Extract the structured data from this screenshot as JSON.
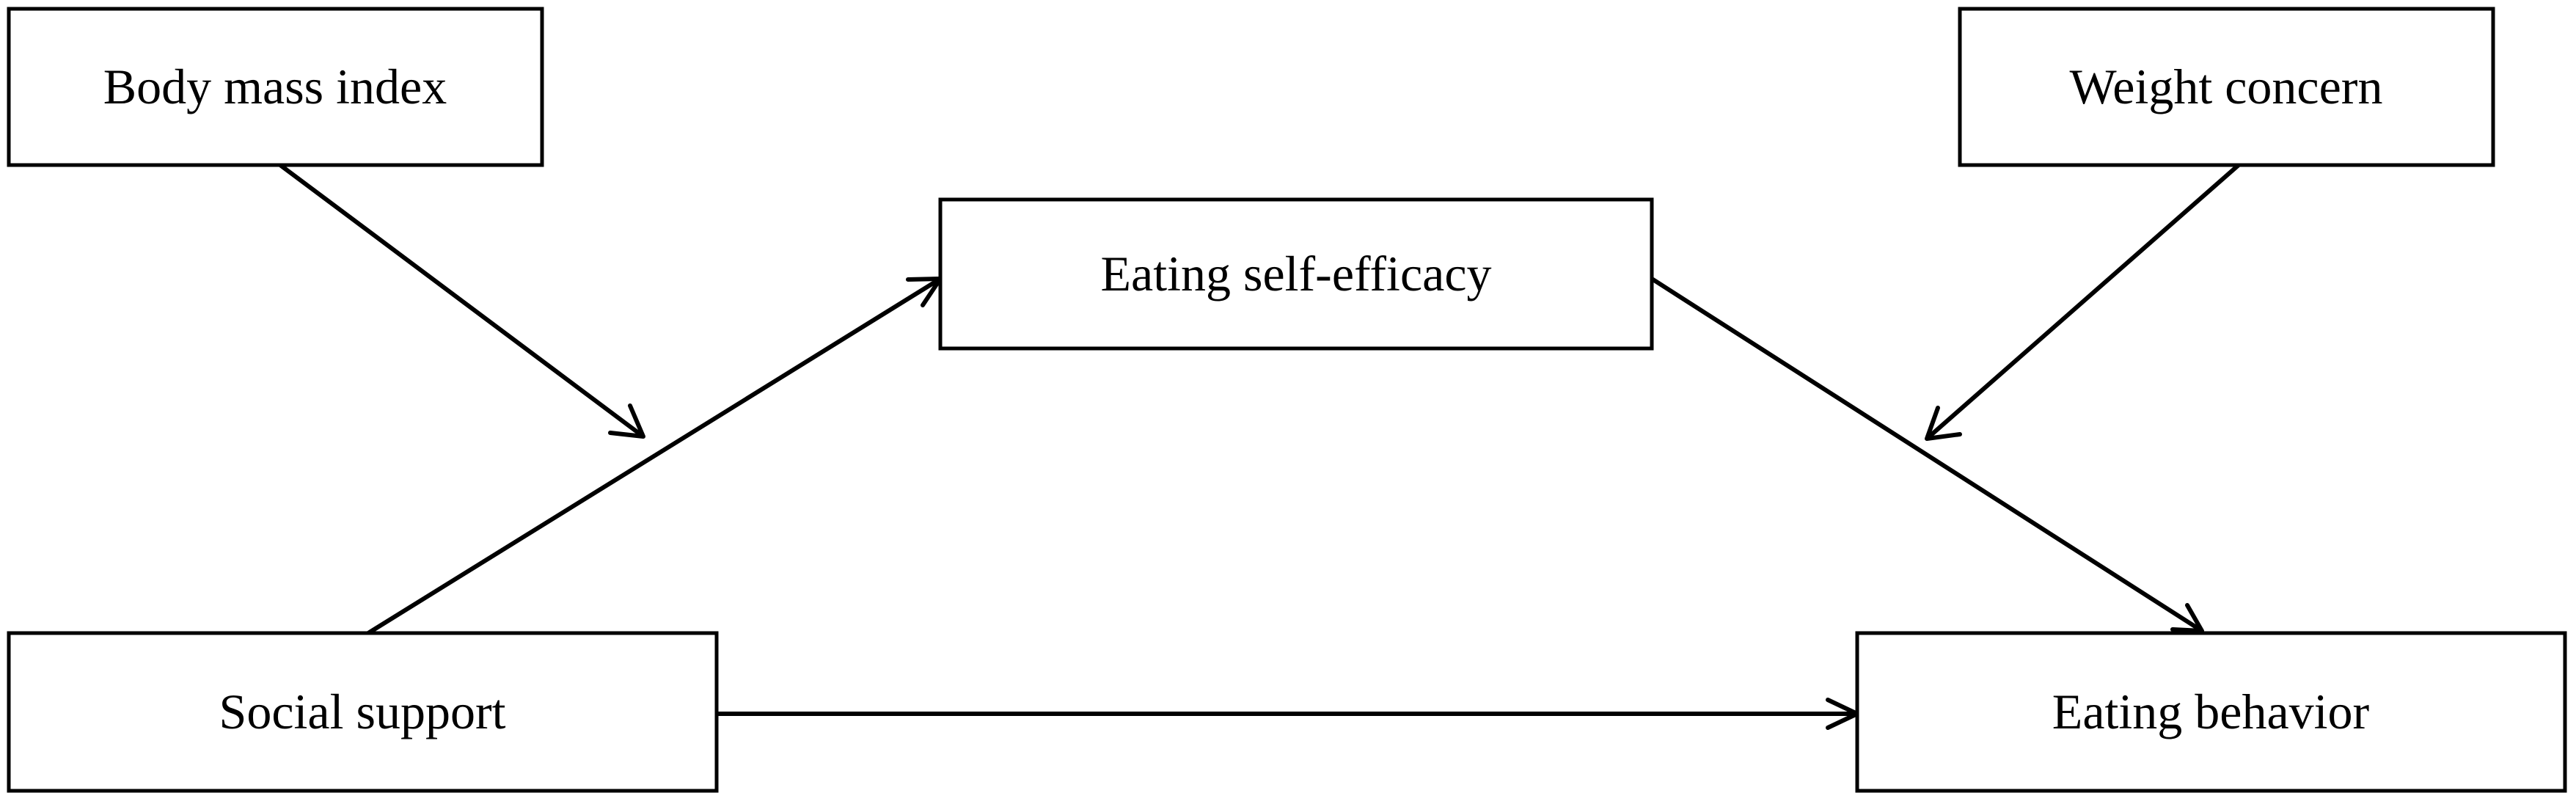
{
  "nodes": {
    "body_mass_index": "Body mass index",
    "weight_concern": "Weight concern",
    "eating_self_efficacy": "Eating self-efficacy",
    "social_support": "Social support",
    "eating_behavior": "Eating behavior"
  },
  "colors": {
    "stroke": "#000000",
    "background": "#ffffff"
  }
}
